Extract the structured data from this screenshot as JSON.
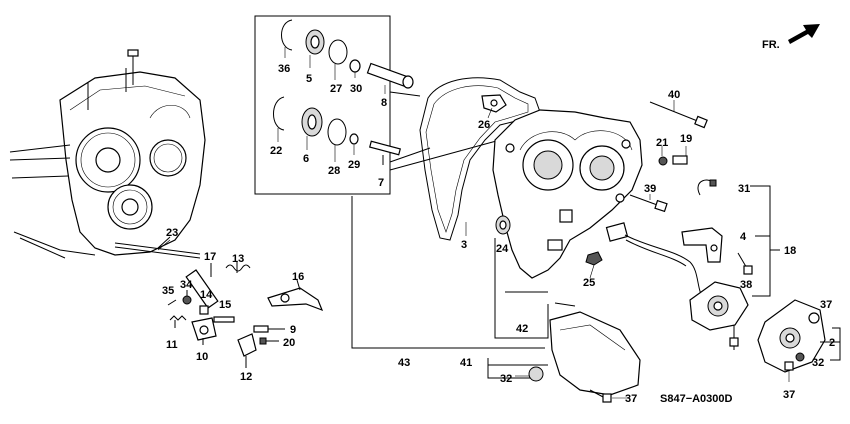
{
  "diagram_code": "S847−A0300D",
  "direction_label": "FR.",
  "callouts": {
    "c2": "2",
    "c3": "3",
    "c4": "4",
    "c5": "5",
    "c6": "6",
    "c7": "7",
    "c8": "8",
    "c9": "9",
    "c10": "10",
    "c11": "11",
    "c12": "12",
    "c13": "13",
    "c14": "14",
    "c15": "15",
    "c16": "16",
    "c17": "17",
    "c18": "18",
    "c19": "19",
    "c20": "20",
    "c21": "21",
    "c22": "22",
    "c23": "23",
    "c24": "24",
    "c25": "25",
    "c26": "26",
    "c27": "27",
    "c28": "28",
    "c29": "29",
    "c30": "30",
    "c31": "31",
    "c32a": "32",
    "c32b": "32",
    "c34": "34",
    "c35": "35",
    "c36": "36",
    "c37a": "37",
    "c37b": "37",
    "c37c": "37",
    "c38": "38",
    "c39": "39",
    "c40": "40",
    "c41": "41",
    "c42": "42",
    "c43": "43"
  }
}
